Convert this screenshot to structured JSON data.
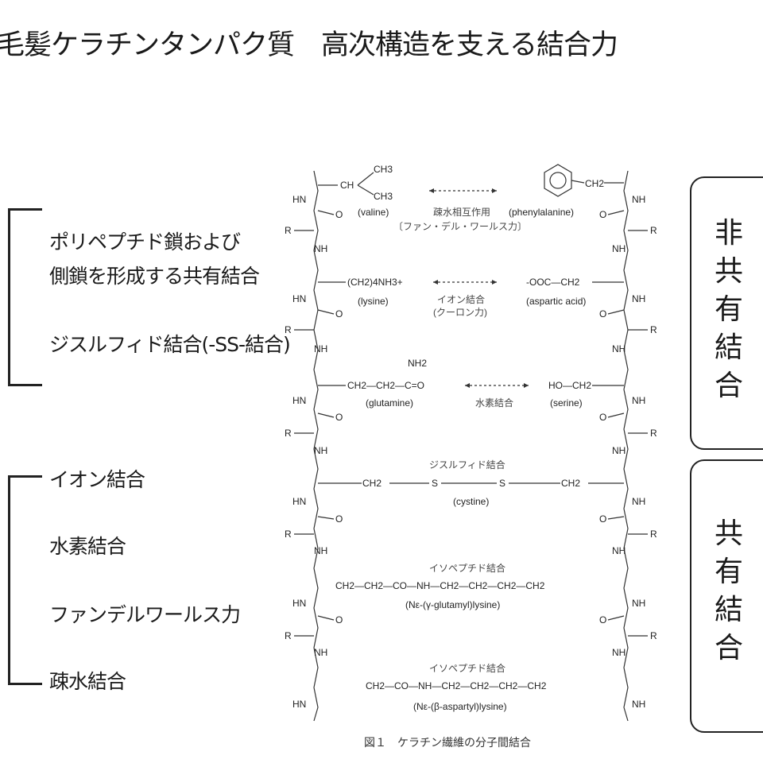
{
  "title": "毛髪ケラチンタンパク質　高次構造を支える結合力",
  "covalent_group": {
    "items": [
      "ポリペプチド鎖および",
      "側鎖を形成する共有結合",
      "ジスルフィド結合(-SS-結合)"
    ]
  },
  "noncovalent_group": {
    "items": [
      "イオン結合",
      "水素結合",
      "ファンデルワールス力",
      "疎水結合"
    ]
  },
  "box_labels": {
    "noncovalent": [
      "非",
      "共",
      "有",
      "結",
      "合"
    ],
    "covalent": [
      "共",
      "有",
      "結",
      "合"
    ]
  },
  "figure": {
    "caption": "図１　ケラチン繊維の分子間結合",
    "interactions": [
      {
        "left_residue": "(valine)",
        "right_residue": "(phenylalanine)",
        "bond_label": "疎水相互作用",
        "bond_sublabel": "〔ファン・デル・ワールス力〕"
      },
      {
        "left_residue": "(lysine)",
        "right_residue": "(aspartic acid)",
        "bond_label": "イオン結合",
        "bond_sublabel": "(クーロン力)"
      },
      {
        "left_residue": "(glutamine)",
        "right_residue": "(serine)",
        "bond_label": "水素結合",
        "bond_sublabel": ""
      },
      {
        "left_residue": "",
        "right_residue": "",
        "bond_label": "ジスルフィド結合",
        "bond_sublabel": "(cystine)"
      },
      {
        "left_residue": "",
        "right_residue": "",
        "bond_label": "イソペプチド結合",
        "bond_sublabel": "(Nε-(γ-glutamyl)lysine)"
      },
      {
        "left_residue": "",
        "right_residue": "",
        "bond_label": "イソペプチド結合",
        "bond_sublabel": "(Nε-(β-aspartyl)lysine)"
      }
    ],
    "chem": {
      "ch3": "CH3",
      "ch": "CH",
      "ch2": "CH2",
      "nh3": "(CH2)4NH3+",
      "coo": "-OOC—CH2",
      "nh2": "NH2",
      "glu_chain": "CH2—CH2—C=O",
      "ser": "HO—CH2",
      "s": "S",
      "gamma_chain": "CH2—CH2—CO—NH—CH2—CH2—CH2—CH2",
      "beta_chain": "CH2—CO—NH—CH2—CH2—CH2—CH2",
      "nh": "NH",
      "hn": "HN",
      "o": "O",
      "r": "R"
    }
  }
}
